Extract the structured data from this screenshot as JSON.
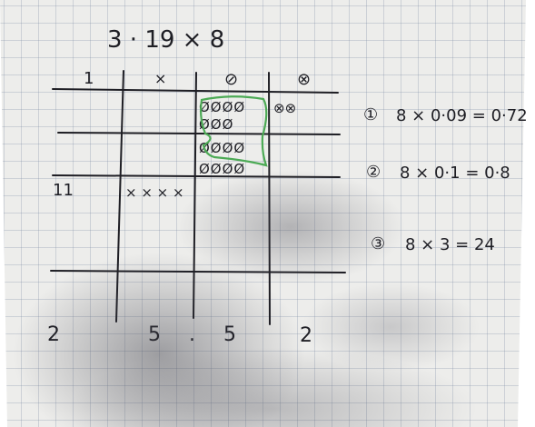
{
  "problem": "3 · 19 × 8",
  "headers": [
    "1",
    "×",
    "⊘",
    "⊗"
  ],
  "grid_rows": [
    {
      "left": "",
      "x_col": "",
      "dots": [
        "ØØØØ",
        "ØØØ",
        "ØØØØ",
        "ØØØØ"
      ],
      "right": "⊗⊗"
    }
  ],
  "row_label_11": "11",
  "x_marks": "× × × ×",
  "result_digits": [
    "2",
    "5",
    ".",
    "5",
    "2"
  ],
  "steps": [
    {
      "num": "①",
      "text": "8 × 0·09 = 0·72"
    },
    {
      "num": "②",
      "text": "8 × 0·1 = 0·8"
    },
    {
      "num": "③",
      "text": "8 × 3 = 24"
    }
  ],
  "colors": {
    "ink": "#1e1e24",
    "loop": "#4caa55",
    "paper": "#ededeb"
  }
}
